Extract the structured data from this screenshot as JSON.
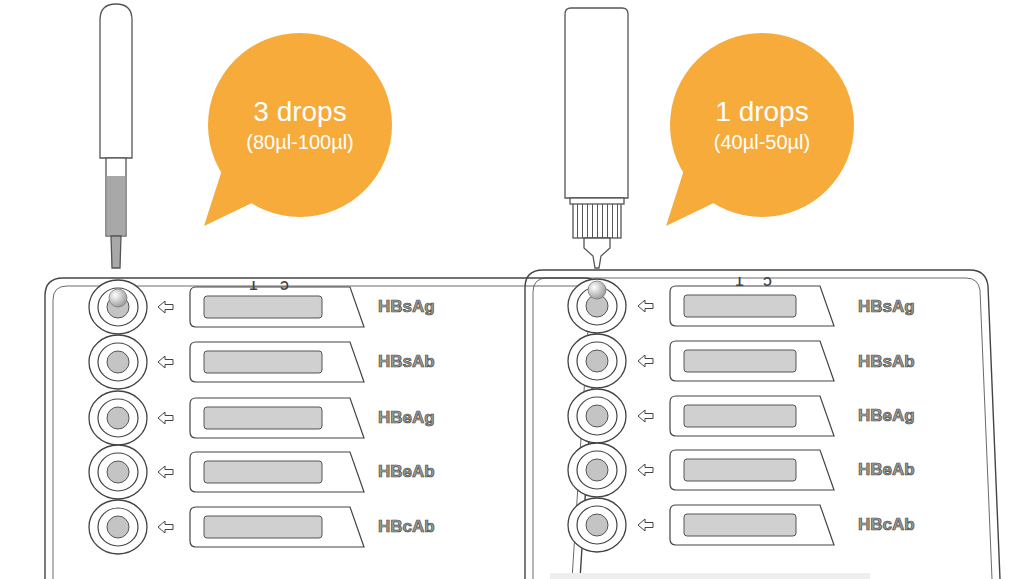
{
  "diagram": {
    "nodes": [
      {
        "text": [
          "3 drops",
          "(80µl-100µl)"
        ]
      },
      {
        "text": [
          "T",
          "C",
          "HBsAg",
          "HBsAb",
          "HBeAg",
          "HBeAb",
          "HBcAb"
        ]
      },
      {
        "text": [
          "1 drops",
          "(40µl-50µl)"
        ]
      },
      {
        "text": [
          "T",
          "C",
          "HBsAg",
          "HBsAb",
          "HBeAg",
          "HBeAb",
          "HBcAb"
        ]
      }
    ]
  }
}
